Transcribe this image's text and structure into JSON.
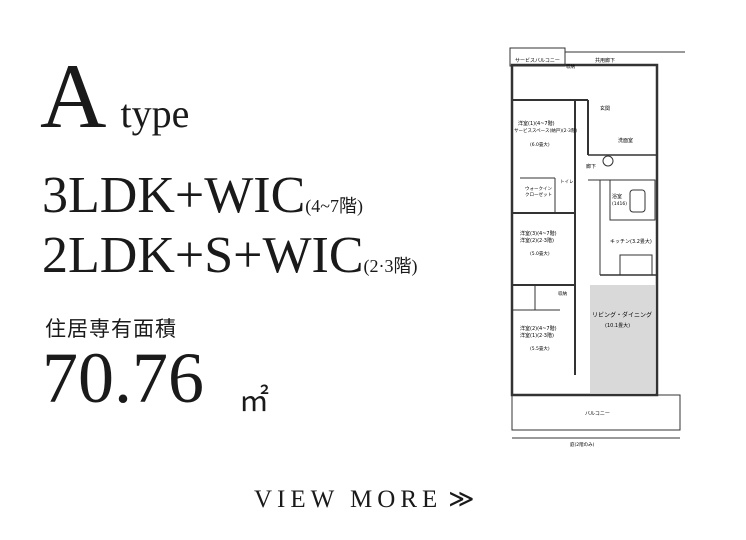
{
  "unit": {
    "type_letter": "A",
    "type_word": "type",
    "plans": [
      {
        "layout": "3LDK+WIC",
        "note": "(4~7階)"
      },
      {
        "layout": "2LDK+S+WIC",
        "note": "(2·3階)"
      }
    ],
    "area_label": "住居専有面積",
    "area_value": "70.76",
    "area_unit": "㎡"
  },
  "floor_plan": {
    "labels": {
      "service_balcony": "サービスバルコニー",
      "outer_corridor": "共用廊下",
      "entrance": "玄関",
      "western1": "洋室(1)(4~7階)",
      "western1_alt": "サービススペース(納戸)(2·3階)",
      "western1_size": "(6.0畳大)",
      "washroom": "洗面室",
      "hallway": "廊下",
      "toilet": "トイレ",
      "wic": "ウォークイン クローゼット",
      "bath": "浴室",
      "bath_size": "(1416)",
      "western3": "洋室(3)(4~7階)",
      "western3_alt": "洋室(2)(2·3階)",
      "western3_size": "(5.0畳大)",
      "kitchen": "キッチン(3.2畳大)",
      "western2": "洋室(2)(4~7階)",
      "western2_alt": "洋室(1)(2·3階)",
      "western2_size": "(5.5畳大)",
      "living": "リビング・ダイニング",
      "living_size": "(10.1畳大)",
      "balcony": "バルコニー",
      "balcony_note": "庭(2階のみ)",
      "storage": "収納"
    }
  },
  "actions": {
    "view_more_label": "VIEW MORE",
    "view_more_icon": "≫"
  }
}
